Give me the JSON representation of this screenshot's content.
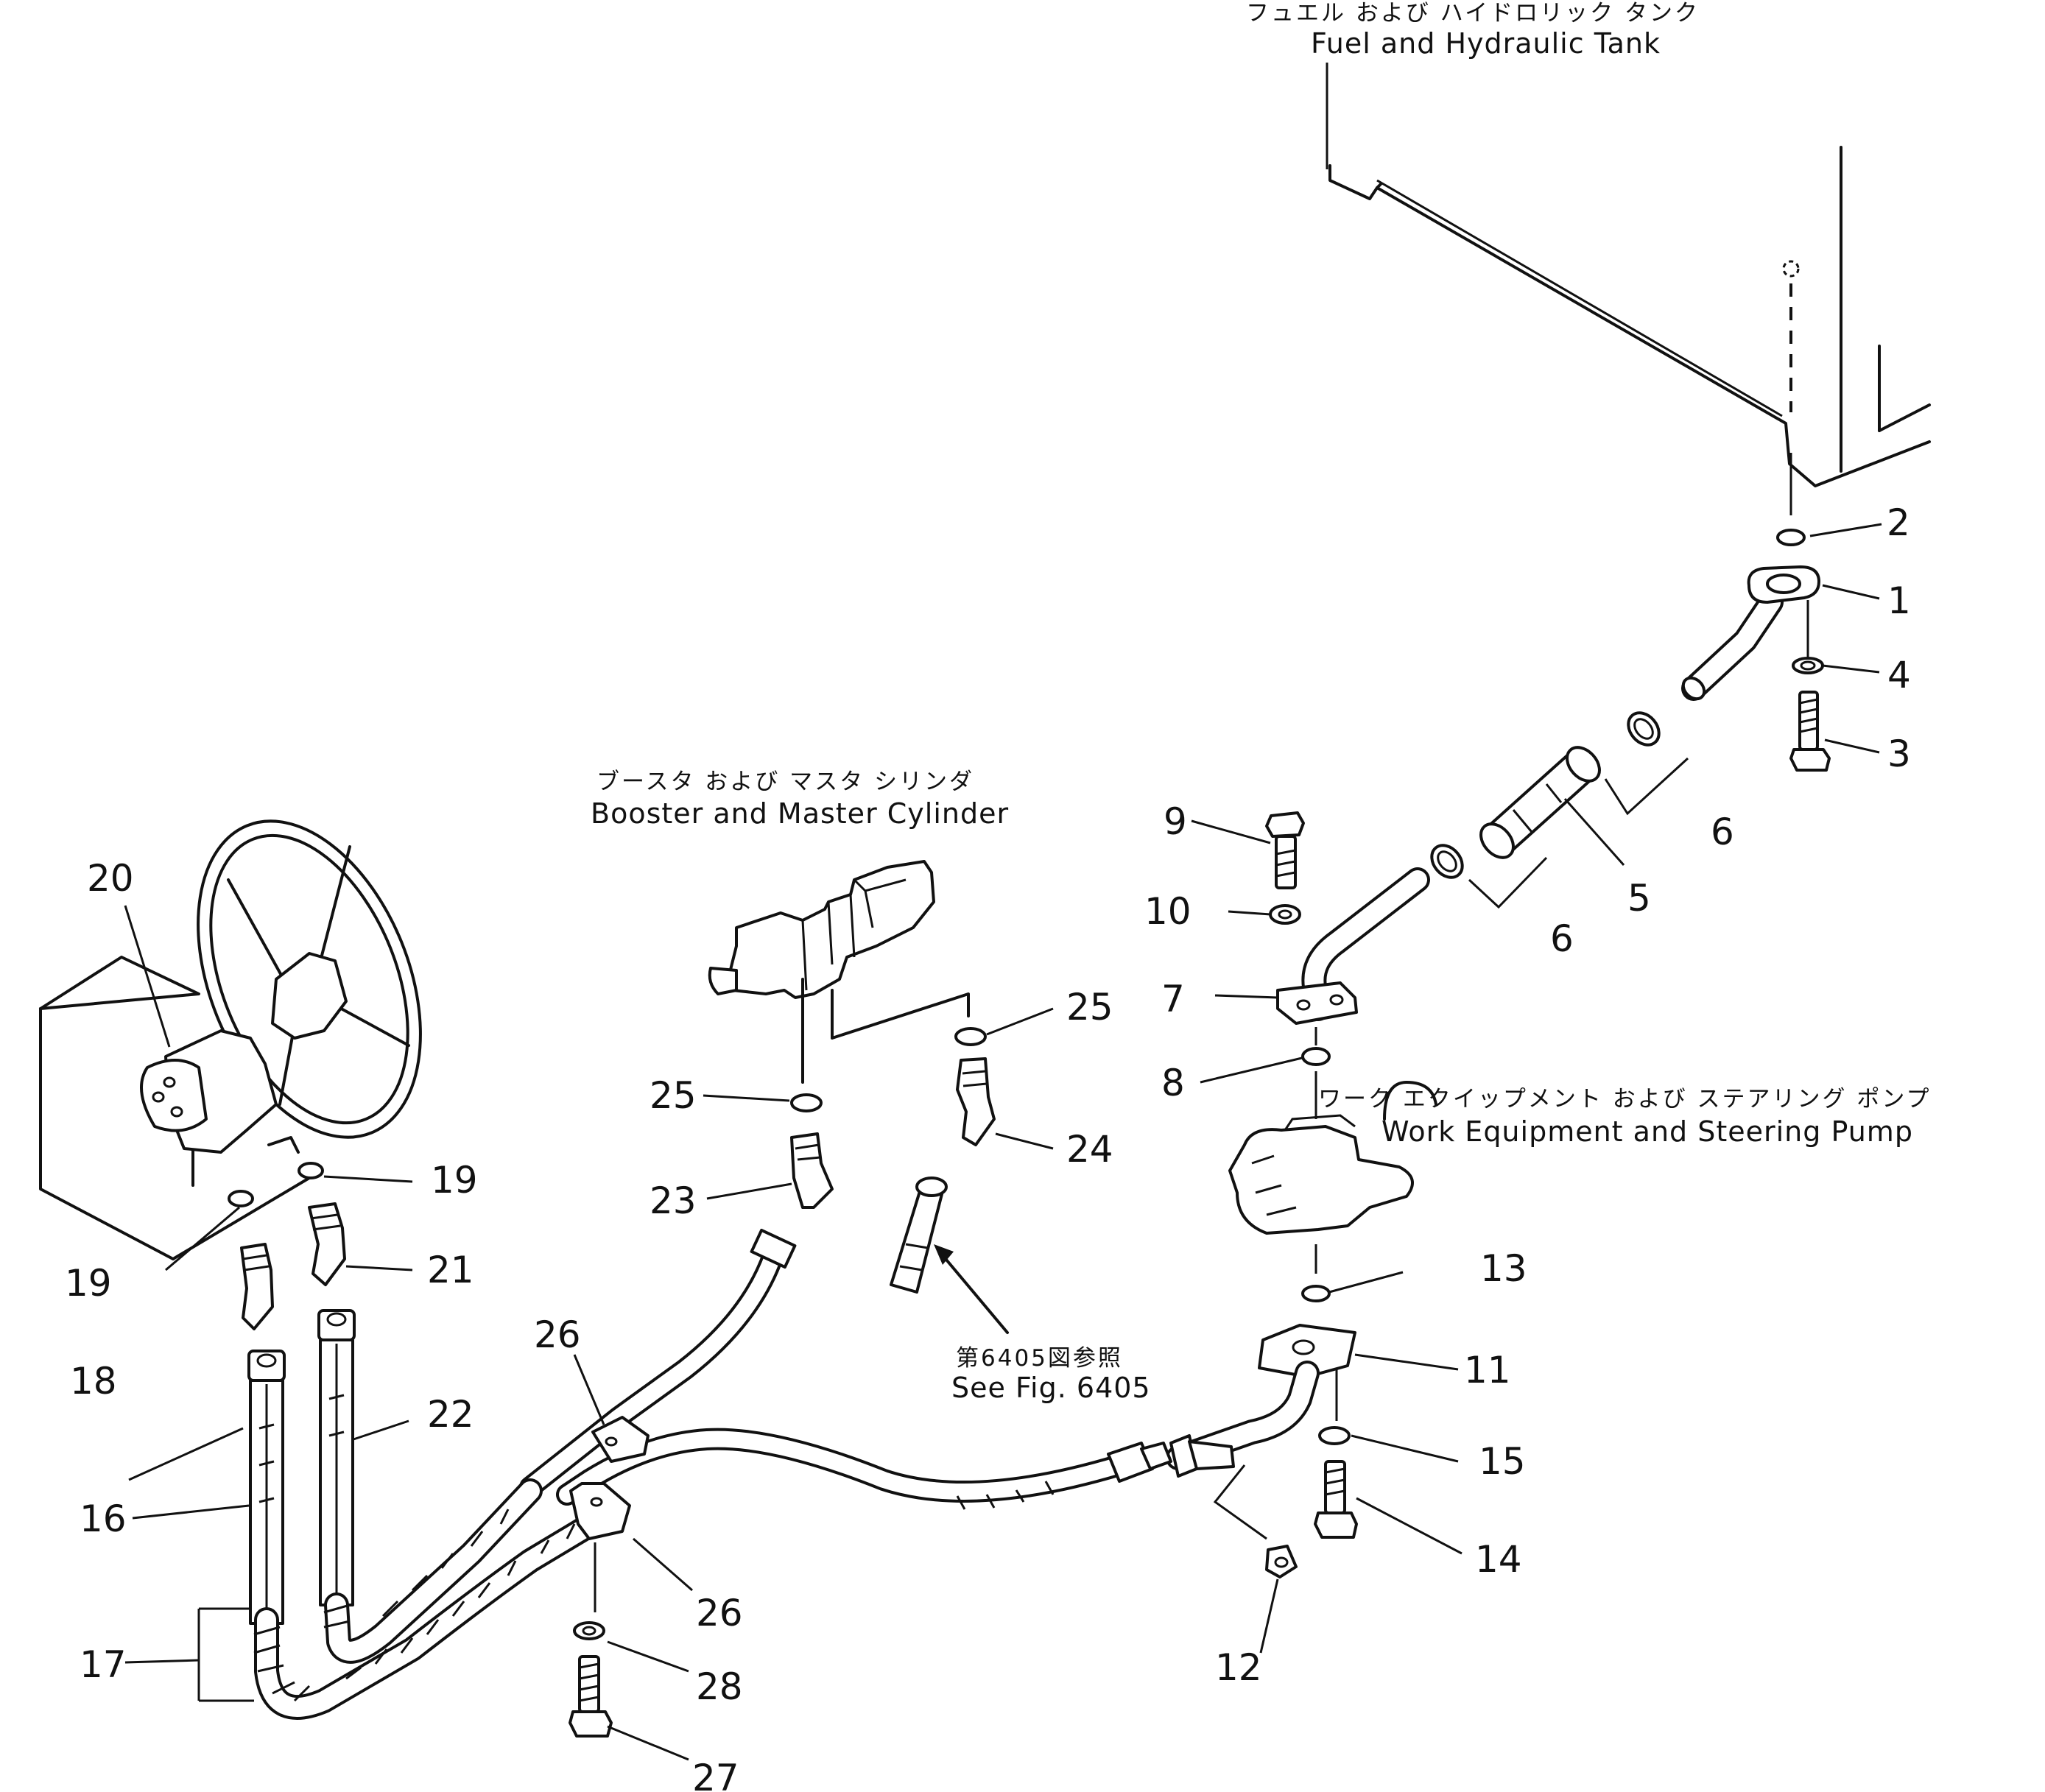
{
  "captions": {
    "tank_jp": "フュエル および ハイドロリック タンク",
    "tank_en": "Fuel and Hydraulic Tank",
    "booster_jp": "ブースタ および マスタ シリンダ",
    "booster_en": "Booster and Master Cylinder",
    "pump_jp": "ワーク エクイップメント および ステアリング ポンプ",
    "pump_en": "Work Equipment and Steering Pump",
    "seefig_jp": "第6405図参照",
    "seefig_en": "See Fig. 6405"
  },
  "callouts": {
    "n1": "1",
    "n2": "2",
    "n3": "3",
    "n4": "4",
    "n5": "5",
    "n6a": "6",
    "n6b": "6",
    "n7": "7",
    "n8": "8",
    "n9": "9",
    "n10": "10",
    "n11": "11",
    "n12": "12",
    "n13": "13",
    "n14": "14",
    "n15": "15",
    "n16": "16",
    "n17": "17",
    "n18": "18",
    "n19a": "19",
    "n19b": "19",
    "n20": "20",
    "n21": "21",
    "n22": "22",
    "n23": "23",
    "n24": "24",
    "n25a": "25",
    "n25b": "25",
    "n26a": "26",
    "n26b": "26",
    "n27": "27",
    "n28": "28"
  }
}
